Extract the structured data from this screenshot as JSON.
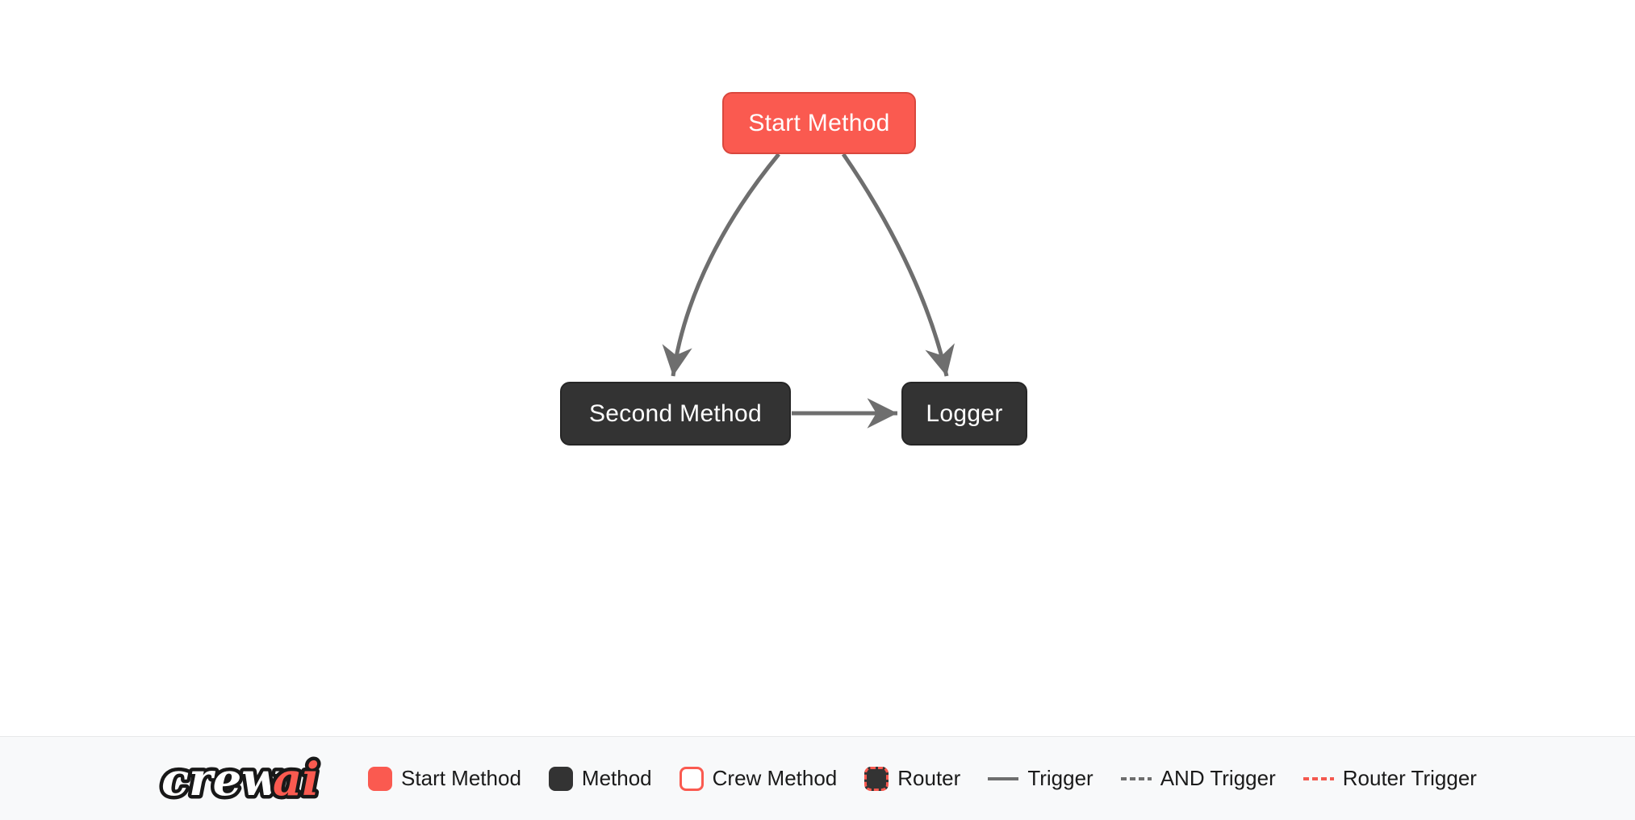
{
  "canvas": {
    "nodes": [
      {
        "id": "start_method",
        "label": "Start Method",
        "type": "start-method"
      },
      {
        "id": "second_method",
        "label": "Second Method",
        "type": "method"
      },
      {
        "id": "logger",
        "label": "Logger",
        "type": "method"
      }
    ],
    "edges": [
      {
        "from": "start_method",
        "to": "second_method",
        "type": "trigger",
        "style": "curved"
      },
      {
        "from": "start_method",
        "to": "logger",
        "type": "trigger",
        "style": "curved"
      },
      {
        "from": "second_method",
        "to": "logger",
        "type": "trigger",
        "style": "straight"
      }
    ]
  },
  "legend": {
    "logo_crew": "crew",
    "logo_ai": "ai",
    "items": [
      {
        "label": "Start Method",
        "swatch": "start-method-swatch"
      },
      {
        "label": "Method",
        "swatch": "method-swatch"
      },
      {
        "label": "Crew Method",
        "swatch": "crew-method-swatch"
      },
      {
        "label": "Router",
        "swatch": "router-swatch"
      },
      {
        "label": "Trigger",
        "swatch": "trigger-line"
      },
      {
        "label": "AND Trigger",
        "swatch": "and-trigger-line"
      },
      {
        "label": "Router Trigger",
        "swatch": "router-trigger-line"
      }
    ]
  },
  "colors": {
    "start_fill": "#fa5a50",
    "start_border": "#d9473d",
    "method_fill": "#333333",
    "edge_gray": "#6e6e6e",
    "router_trigger_red": "#f4594f",
    "legend_bg": "#f8f9fa",
    "legend_text": "#1a1a1a",
    "canvas_bg": "#ffffff"
  }
}
